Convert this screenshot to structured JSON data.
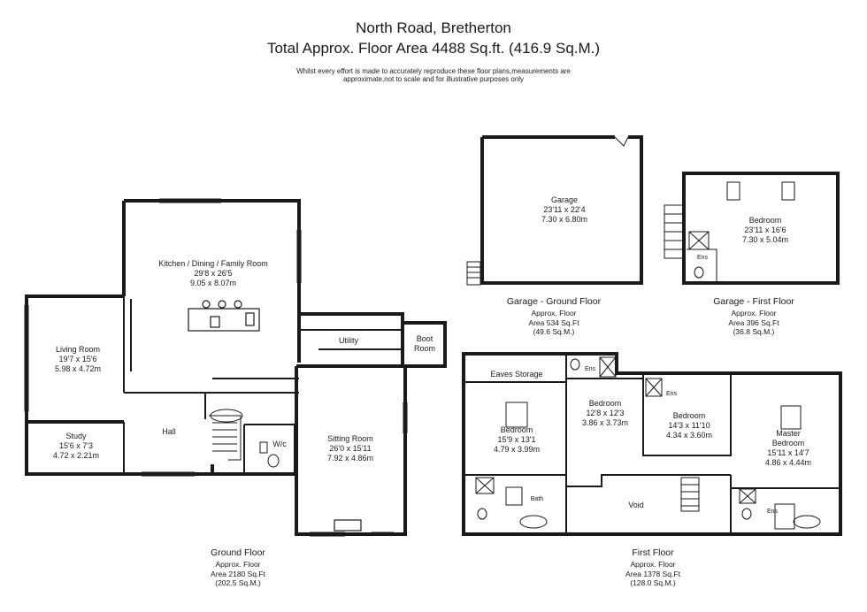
{
  "header": {
    "title": "North Road, Bretherton",
    "subtitle": "Total Approx. Floor Area 4488 Sq.ft. (416.9 Sq.M.)",
    "disclaimer_1": "Whilst every effort is made to accurately reproduce these floor plans,measurements are",
    "disclaimer_2": "approximate,not to scale and for illustrative purposes only"
  },
  "rooms": {
    "kitchen": {
      "name": "Kitchen / Dining / Family Room",
      "dim1": "29'8 x 26'5",
      "dim2": "9.05 x 8.07m"
    },
    "living": {
      "name": "Living Room",
      "dim1": "19'7 x 15'6",
      "dim2": "5.98 x 4.72m"
    },
    "study": {
      "name": "Study",
      "dim1": "15'6 x 7'3",
      "dim2": "4.72 x 2.21m"
    },
    "hall": {
      "name": "Hall"
    },
    "wc": {
      "name": "W/c"
    },
    "utility": {
      "name": "Utility"
    },
    "boot": {
      "name1": "Boot",
      "name2": "Room"
    },
    "sitting": {
      "name": "Sitting Room",
      "dim1": "26'0 x 15'11",
      "dim2": "7.92 x 4.86m"
    },
    "garage": {
      "name": "Garage",
      "dim1": "23'11 x 22'4",
      "dim2": "7.30 x 6.80m"
    },
    "garage_bed": {
      "name": "Bedroom",
      "dim1": "23'11 x 16'6",
      "dim2": "7.30 x 5.04m"
    },
    "garage_ens": {
      "name": "Ens"
    },
    "eaves": {
      "name": "Eaves Storage"
    },
    "bed_a": {
      "name": "Bedroom",
      "dim1": "15'9 x 13'1",
      "dim2": "4.79 x 3.99m"
    },
    "bed_b": {
      "name": "Bedroom",
      "dim1": "12'8 x 12'3",
      "dim2": "3.86 x 3.73m"
    },
    "bed_c": {
      "name": "Bedroom",
      "dim1": "14'3 x 11'10",
      "dim2": "4.34 x 3.60m"
    },
    "master": {
      "name1": "Master",
      "name2": "Bedroom",
      "dim1": "15'11 x 14'7",
      "dim2": "4.86 x 4.44m"
    },
    "ens_1": {
      "name": "Ens"
    },
    "ens_2": {
      "name": "Ens"
    },
    "ens_3": {
      "name": "Ens"
    },
    "bath": {
      "name": "Bath"
    },
    "void": {
      "name": "Void"
    }
  },
  "captions": {
    "ground": {
      "title": "Ground Floor",
      "l1": "Approx. Floor",
      "l2": "Area 2180 Sq.Ft",
      "l3": "(202.5 Sq.M.)"
    },
    "first": {
      "title": "First Floor",
      "l1": "Approx. Floor",
      "l2": "Area 1378 Sq.Ft",
      "l3": "(128.0 Sq.M.)"
    },
    "garage_ground": {
      "title": "Garage - Ground Floor",
      "l1": "Approx. Floor",
      "l2": "Area 534 Sq.Ft",
      "l3": "(49.6 Sq.M.)"
    },
    "garage_first": {
      "title": "Garage - First Floor",
      "l1": "Approx. Floor",
      "l2": "Area 396 Sq.Ft",
      "l3": "(36.8 Sq.M.)"
    }
  }
}
